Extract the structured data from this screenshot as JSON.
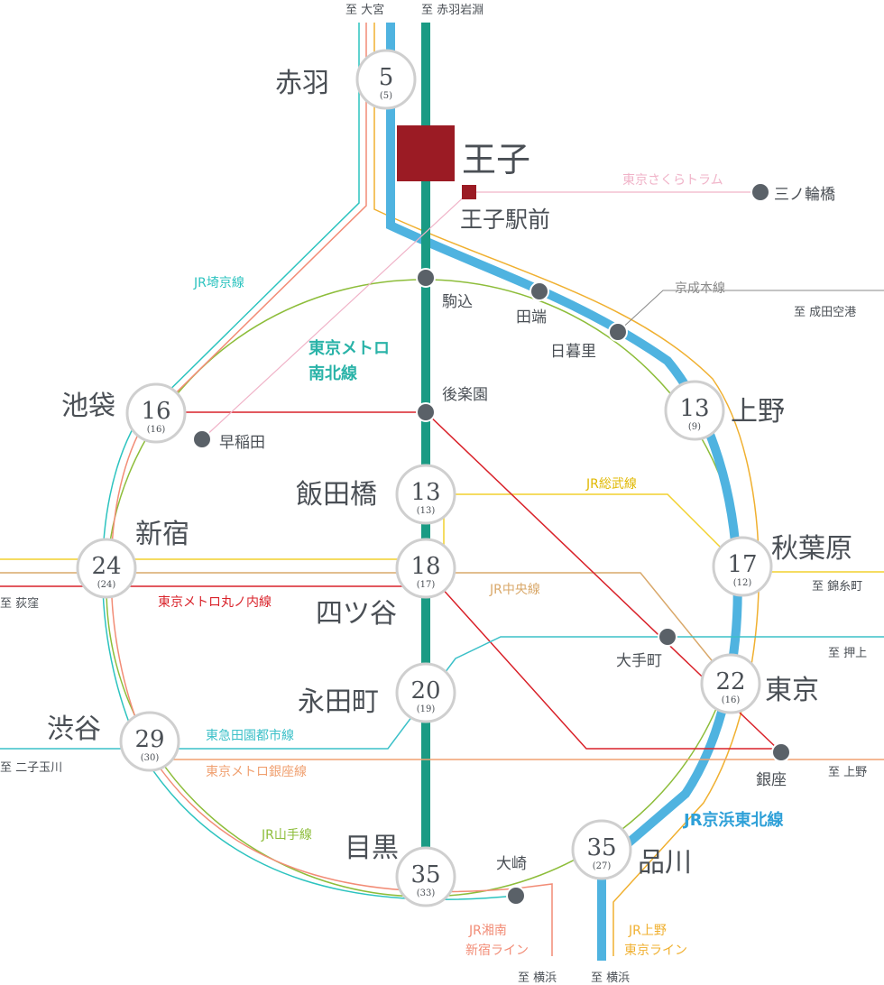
{
  "colors": {
    "namboku": "#1a9b84",
    "keihin": "#4fb3e0",
    "yamanote": "#8dbd3a",
    "saikyo": "#2cc3bf",
    "shonan": "#f28c76",
    "uenotokyo": "#f0b030",
    "sobu": "#f2d12e",
    "chuo": "#d9a86a",
    "marunouchi": "#d9222a",
    "ginza": "#f0a070",
    "toyoko": "#3bc0c8",
    "keisei": "#888",
    "sakura": "#f0b3c8",
    "oji": "#9b1b24",
    "dot": "#5a6168"
  },
  "destinations": {
    "omiya": "至 大宮",
    "akabaneiwabuchi": "至 赤羽岩淵",
    "narita": "至 成田空港",
    "kinshicho": "至 錦糸町",
    "oshiage": "至 押上",
    "ueno": "至 上野",
    "ogikubo": "至 荻窪",
    "futakotamagawa": "至 二子玉川",
    "yokohama1": "至 横浜",
    "yokohama2": "至 横浜"
  },
  "lines": {
    "saikyo": "JR埼京線",
    "namboku1": "東京メトロ",
    "namboku2": "南北線",
    "sakura": "東京さくらトラム",
    "keisei": "京成本線",
    "sobu": "JR総武線",
    "chuo": "JR中央線",
    "marunouchi": "東京メトロ丸ノ内線",
    "toyoko": "東急田園都市線",
    "ginza": "東京メトロ銀座線",
    "yamanote": "JR山手線",
    "keihin": "JR京浜東北線",
    "shonan1": "JR湘南",
    "shonan2": "新宿ライン",
    "uenotokyo1": "JR上野",
    "uenotokyo2": "東京ライン"
  },
  "oji": {
    "name": "王子",
    "ekimae": "王子駅前"
  },
  "stations": [
    {
      "id": "akabane",
      "name": "赤羽",
      "time": "5",
      "alt": "(5)"
    },
    {
      "id": "ikebukuro",
      "name": "池袋",
      "time": "16",
      "alt": "(16)"
    },
    {
      "id": "shinjuku",
      "name": "新宿",
      "time": "24",
      "alt": "(24)"
    },
    {
      "id": "shibuya",
      "name": "渋谷",
      "time": "29",
      "alt": "(30)"
    },
    {
      "id": "meguro",
      "name": "目黒",
      "time": "35",
      "alt": "(33)"
    },
    {
      "id": "shinagawa",
      "name": "品川",
      "time": "35",
      "alt": "(27)"
    },
    {
      "id": "tokyo",
      "name": "東京",
      "time": "22",
      "alt": "(16)"
    },
    {
      "id": "akihabara",
      "name": "秋葉原",
      "time": "17",
      "alt": "(12)"
    },
    {
      "id": "ueno",
      "name": "上野",
      "time": "13",
      "alt": "(9)"
    },
    {
      "id": "iidabashi",
      "name": "飯田橋",
      "time": "13",
      "alt": "(13)"
    },
    {
      "id": "yotsuya",
      "name": "四ツ谷",
      "time": "18",
      "alt": "(17)"
    },
    {
      "id": "nagatacho",
      "name": "永田町",
      "time": "20",
      "alt": "(19)"
    }
  ],
  "minor": {
    "minowabashi": "三ノ輪橋",
    "komagome": "駒込",
    "tabata": "田端",
    "nippori": "日暮里",
    "korakuen": "後楽園",
    "waseda": "早稲田",
    "otemachi": "大手町",
    "ginza": "銀座",
    "osaki": "大崎"
  }
}
